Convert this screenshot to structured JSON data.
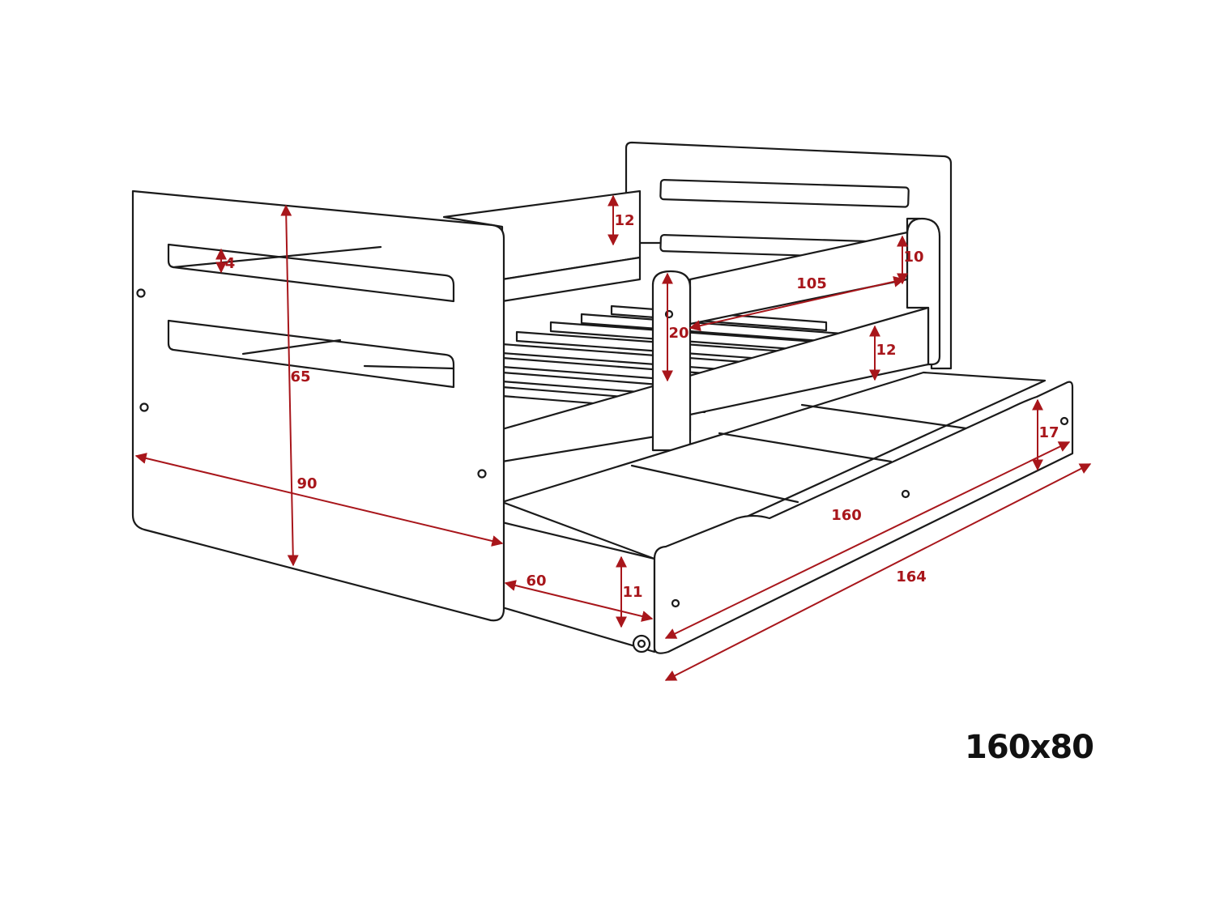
{
  "product_size_label": "160x80",
  "colors": {
    "outline": "#1a1a1a",
    "dimension": "#a8161b",
    "background": "#ffffff"
  },
  "dimensions": {
    "total_height": "65",
    "headboard_width": "90",
    "cutout_height": "4",
    "back_rail_height": "12",
    "guard_rail_height": "10",
    "guard_rail_length": "105",
    "guard_post_height": "20",
    "side_rail_height": "12",
    "drawer_height": "17",
    "drawer_length": "160",
    "total_length": "164",
    "drawer_depth": "60",
    "clearance_height": "11"
  }
}
